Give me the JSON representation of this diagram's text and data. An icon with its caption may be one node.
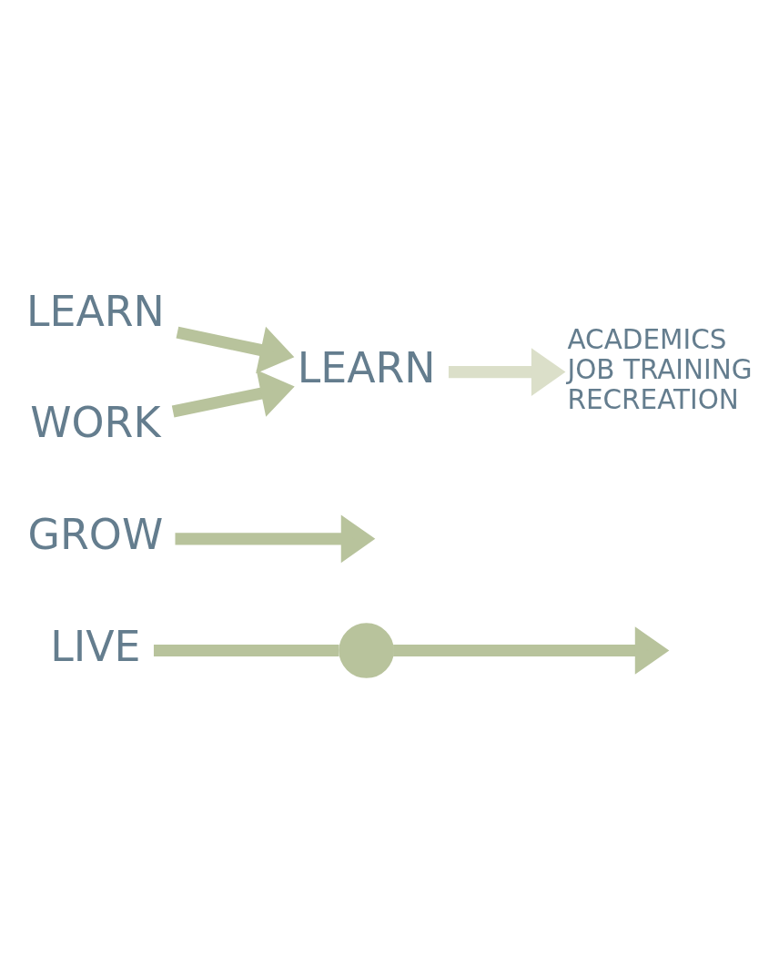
{
  "diagram": {
    "nodes": [
      {
        "text": [
          "LIVE"
        ]
      },
      {
        "text": [],
        "shape": "circle"
      },
      {
        "text": [
          "GROW"
        ]
      },
      {
        "text": [
          "LEARN"
        ]
      },
      {
        "text": [
          "WORK"
        ]
      },
      {
        "text": [
          "LEARN"
        ]
      },
      {
        "text": [
          "ACADEMICS",
          "JOB TRAINING",
          "RECREATION"
        ]
      }
    ],
    "edges": [
      {
        "from": 0,
        "to": 1,
        "arrow": "none"
      },
      {
        "from": 1,
        "to": null,
        "arrow": "to"
      },
      {
        "from": 2,
        "to": null,
        "arrow": "to"
      },
      {
        "from": 3,
        "to": 5,
        "arrow": "to"
      },
      {
        "from": 4,
        "to": 5,
        "arrow": "to"
      },
      {
        "from": 5,
        "to": 6,
        "arrow": "to",
        "color": "#dbdfc9"
      }
    ]
  }
}
